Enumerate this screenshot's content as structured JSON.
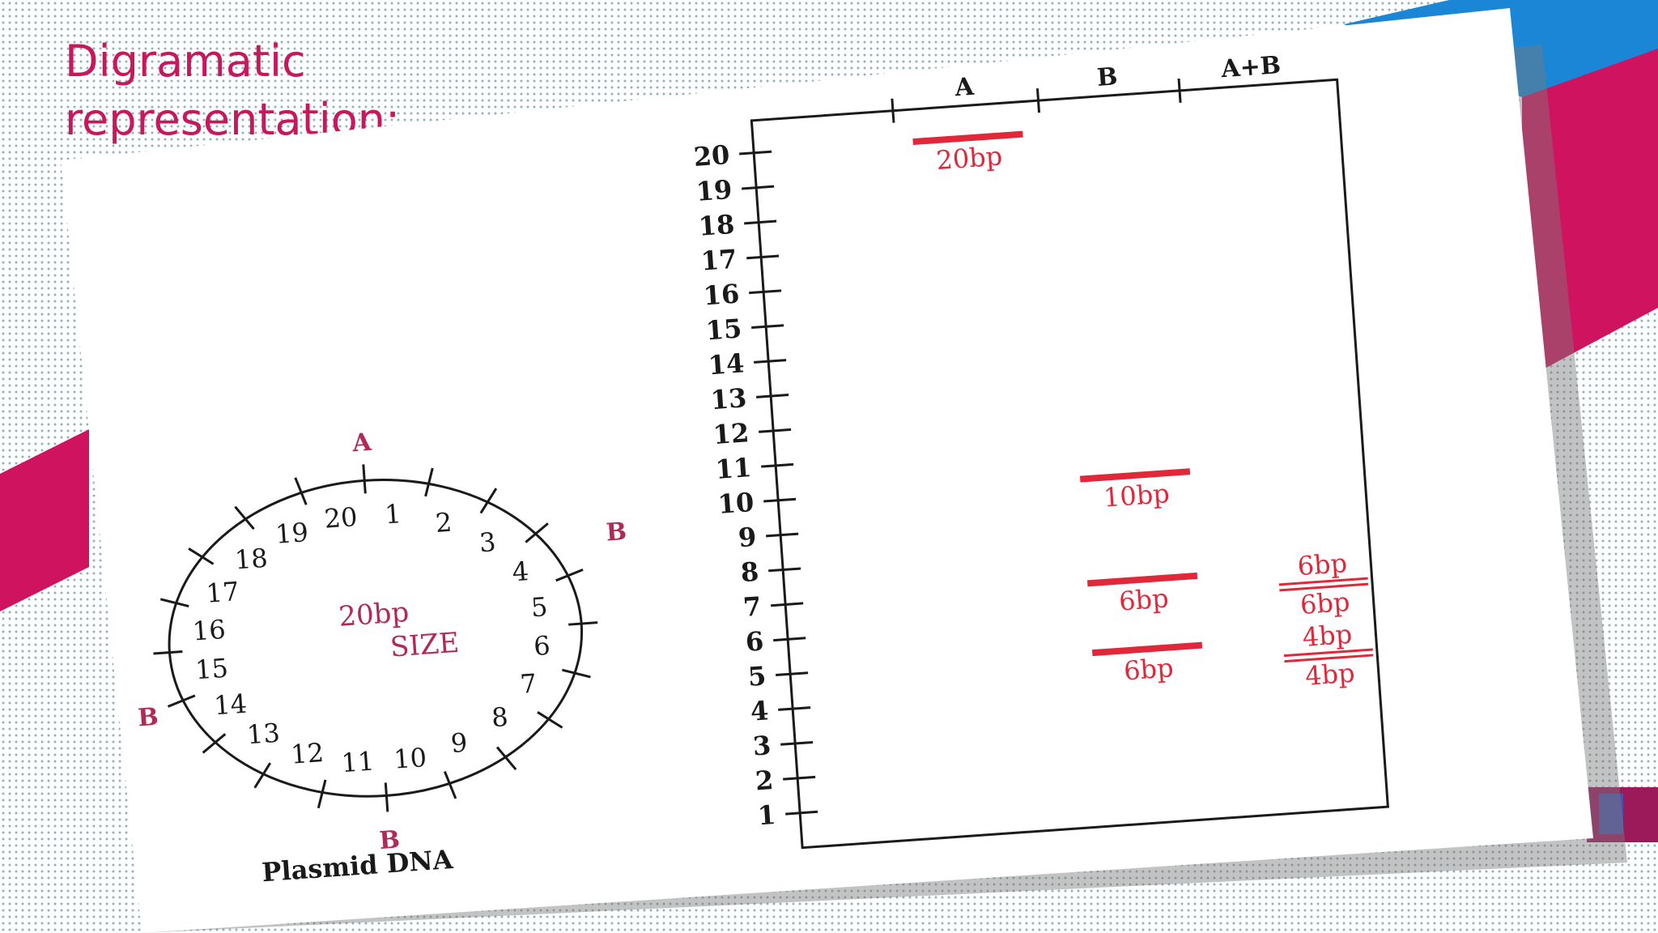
{
  "slide": {
    "title_line1": "Digramatic",
    "title_line2": "representation:"
  },
  "colors": {
    "accent_magenta": "#d0135f",
    "accent_blue": "#1b86d6",
    "band_red": "#e0283a",
    "label_magenta": "#b02a55",
    "ink": "#1a1a1a"
  },
  "plasmid": {
    "caption": "Plasmid DNA",
    "size_value": "20bp",
    "size_label": "SIZE",
    "cut_label_a": "A",
    "cut_label_b_right": "B",
    "cut_label_b_bottom": "B",
    "cut_label_b_left": "B",
    "positions": [
      "1",
      "2",
      "3",
      "4",
      "5",
      "6",
      "7",
      "8",
      "9",
      "10",
      "11",
      "12",
      "13",
      "14",
      "15",
      "16",
      "17",
      "18",
      "19",
      "20"
    ]
  },
  "gel": {
    "lanes": [
      "A",
      "B",
      "A+B"
    ],
    "ladder": [
      "1",
      "2",
      "3",
      "4",
      "5",
      "6",
      "7",
      "8",
      "9",
      "10",
      "11",
      "12",
      "13",
      "14",
      "15",
      "16",
      "17",
      "18",
      "19",
      "20"
    ],
    "bands": [
      {
        "lane": "A",
        "size_bp": 20,
        "label": "20bp"
      },
      {
        "lane": "B",
        "size_bp": 10,
        "label": "10bp"
      },
      {
        "lane": "B",
        "size_bp": 7,
        "label": "6bp"
      },
      {
        "lane": "B",
        "size_bp": 5,
        "label": "6bp"
      }
    ],
    "lane_ab_labels": [
      "6bp",
      "6bp",
      "4bp",
      "4bp"
    ]
  }
}
